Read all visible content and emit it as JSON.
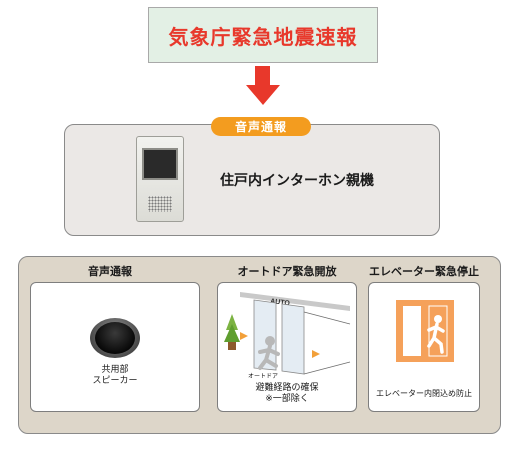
{
  "alert": {
    "title": "気象庁緊急地震速報"
  },
  "intercom": {
    "badge": "音声通報",
    "label": "住戸内インターホン親機"
  },
  "panel": {
    "speaker": {
      "header": "音声通報",
      "label_line1": "共用部",
      "label_line2": "スピーカー"
    },
    "door": {
      "header": "オートドア緊急開放",
      "sign": "AUTO",
      "door_label": "オートドア",
      "caption_line1": "避難経路の確保",
      "caption_line2": "※一部除く"
    },
    "elevator": {
      "header": "エレベーター緊急停止",
      "caption": "エレベーター内閉込め防止"
    }
  },
  "colors": {
    "alert_red": "#e8382b",
    "badge_orange": "#f39c1f",
    "alert_bg": "#e3f0e5",
    "panel_beige": "#ddd6c9",
    "elevator_orange": "#f5a15a"
  }
}
